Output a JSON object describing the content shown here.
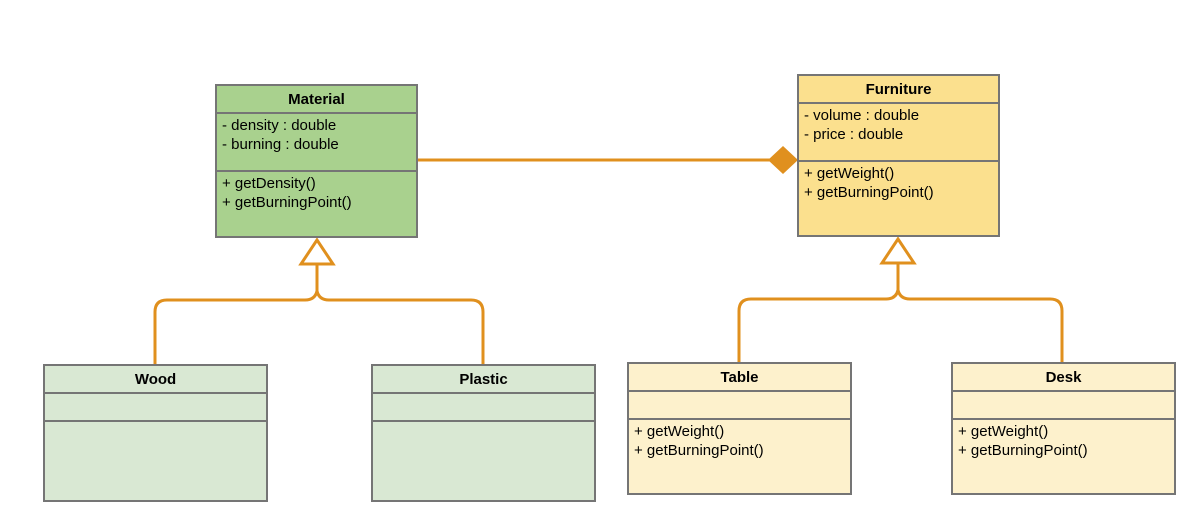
{
  "diagram": {
    "kind": "uml-class-diagram",
    "classes": {
      "material": {
        "name": "Material",
        "attributes": [
          "- density : double",
          "- burning : double"
        ],
        "methods": [
          "+ getDensity()",
          "+ getBurningPoint()"
        ]
      },
      "furniture": {
        "name": "Furniture",
        "attributes": [
          "- volume : double",
          "- price : double"
        ],
        "methods": [
          "+ getWeight()",
          "+ getBurningPoint()"
        ]
      },
      "wood": {
        "name": "Wood",
        "attributes": [],
        "methods": []
      },
      "plastic": {
        "name": "Plastic",
        "attributes": [],
        "methods": []
      },
      "table": {
        "name": "Table",
        "attributes": [],
        "methods": [
          "+ getWeight()",
          "+ getBurningPoint()"
        ]
      },
      "desk": {
        "name": "Desk",
        "attributes": [],
        "methods": [
          "+ getWeight()",
          "+ getBurningPoint()"
        ]
      }
    },
    "relationships": [
      {
        "type": "composition",
        "from": "Material",
        "to": "Furniture"
      },
      {
        "type": "inheritance",
        "parent": "Material",
        "children": [
          "Wood",
          "Plastic"
        ]
      },
      {
        "type": "inheritance",
        "parent": "Furniture",
        "children": [
          "Table",
          "Desk"
        ]
      }
    ],
    "colors": {
      "parent_green": "#a9d18e",
      "child_green": "#d9e8d3",
      "parent_gold": "#fbe08e",
      "child_gold": "#fdf1cc",
      "border_gray": "#757575",
      "connector_orange": "#e0901e"
    }
  }
}
